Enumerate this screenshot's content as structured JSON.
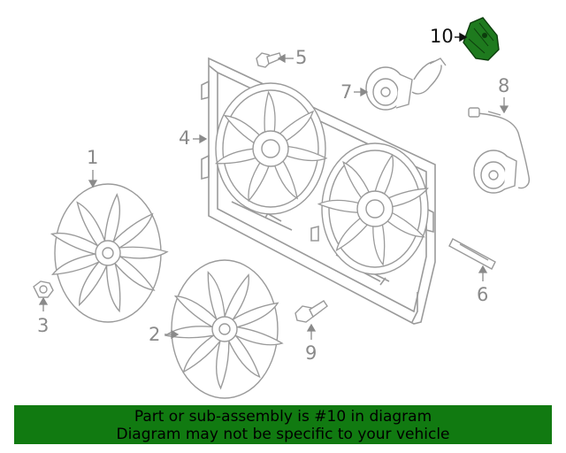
{
  "callouts": {
    "c1": "1",
    "c2": "2",
    "c3": "3",
    "c4": "4",
    "c5": "5",
    "c6": "6",
    "c7": "7",
    "c8": "8",
    "c9": "9",
    "c10": "10"
  },
  "banner": {
    "line1": "Part or sub-assembly is #10 in diagram",
    "line2": "Diagram may not be specific to your vehicle"
  },
  "colors": {
    "line_art": "#9a9a9a",
    "highlight_part": "#1e7a1e",
    "banner_bg": "#117a11",
    "banner_text": "#000000"
  },
  "icons": {
    "part_10": "fan-controller-module-icon"
  }
}
